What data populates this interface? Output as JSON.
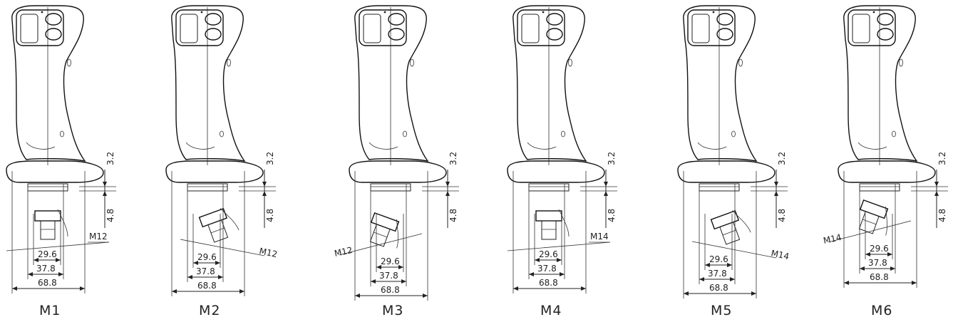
{
  "drawings": [
    {
      "label": "M1",
      "thread": "M12",
      "orientation": "straight"
    },
    {
      "label": "M2",
      "thread": "M12",
      "orientation": "angled-left"
    },
    {
      "label": "M3",
      "thread": "M12",
      "orientation": "angled-right"
    },
    {
      "label": "M4",
      "thread": "M14",
      "orientation": "straight"
    },
    {
      "label": "M5",
      "thread": "M14",
      "orientation": "angled-left"
    },
    {
      "label": "M6",
      "thread": "M14",
      "orientation": "angled-right"
    }
  ],
  "dimensions": {
    "collar_top": "3.2",
    "collar_height": "4.8",
    "inner_width": "29.6",
    "mid_width": "37.8",
    "outer_width": "68.8"
  }
}
